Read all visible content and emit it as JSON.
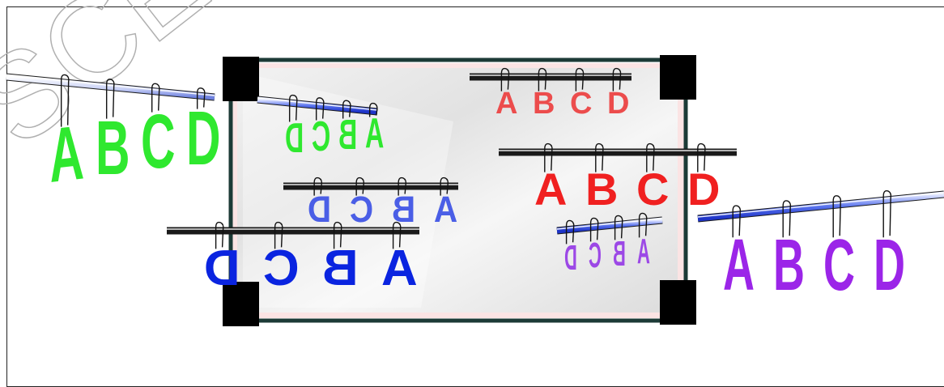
{
  "watermark": "SCE",
  "colors": {
    "green": "#2fe82f",
    "red": "#f02020",
    "red_faded": "#ec4c4c",
    "blue": "#0a24e0",
    "blue_faded": "#4a5ee6",
    "purple": "#9b25e8",
    "purple_faded": "#9c48e6",
    "board_frame": "#1c3a36",
    "board_corner": "#000000",
    "rod": "#3a55e0"
  },
  "groups": [
    {
      "id": "green-outside",
      "letters": [
        "A",
        "B",
        "C",
        "D"
      ],
      "color_key": "green",
      "mirrored": false
    },
    {
      "id": "green-reflection",
      "letters": [
        "A",
        "B",
        "C",
        "D"
      ],
      "color_key": "green",
      "mirrored": true
    },
    {
      "id": "red-reflection",
      "letters": [
        "A",
        "B",
        "C",
        "D"
      ],
      "color_key": "red_faded",
      "mirrored": false
    },
    {
      "id": "red-front",
      "letters": [
        "A",
        "B",
        "C",
        "D"
      ],
      "color_key": "red",
      "mirrored": false
    },
    {
      "id": "blue-reflection",
      "letters": [
        "A",
        "B",
        "C",
        "D"
      ],
      "color_key": "blue_faded",
      "mirrored": true
    },
    {
      "id": "blue-front",
      "letters": [
        "A",
        "B",
        "C",
        "D"
      ],
      "color_key": "blue",
      "mirrored": true
    },
    {
      "id": "purple-reflection",
      "letters": [
        "A",
        "B",
        "C",
        "D"
      ],
      "color_key": "purple_faded",
      "mirrored": true
    },
    {
      "id": "purple-outside",
      "letters": [
        "A",
        "B",
        "C",
        "D"
      ],
      "color_key": "purple",
      "mirrored": false
    }
  ]
}
